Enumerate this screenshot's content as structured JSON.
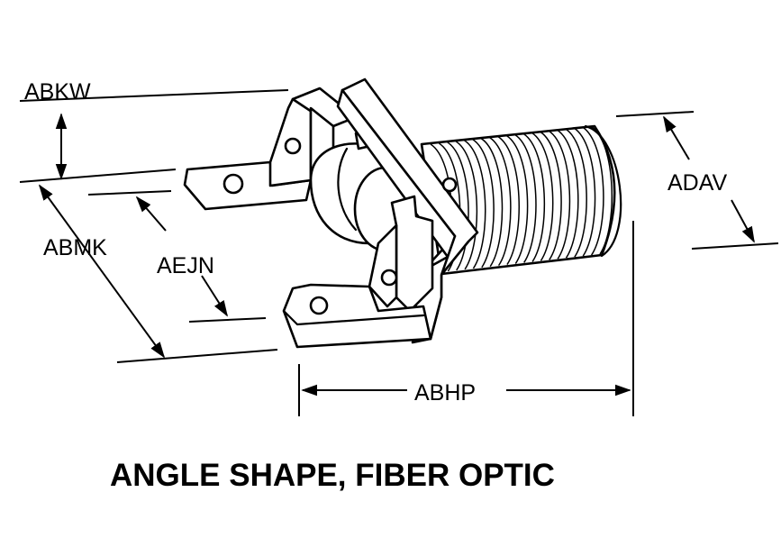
{
  "diagram": {
    "caption": "ANGLE SHAPE, FIBER OPTIC",
    "dimensions": {
      "abkw": "ABKW",
      "abmk": "ABMK",
      "aejn": "AEJN",
      "adav": "ADAV",
      "abhp": "ABHP"
    },
    "colors": {
      "ink": "#000000",
      "paper": "#ffffff"
    }
  }
}
